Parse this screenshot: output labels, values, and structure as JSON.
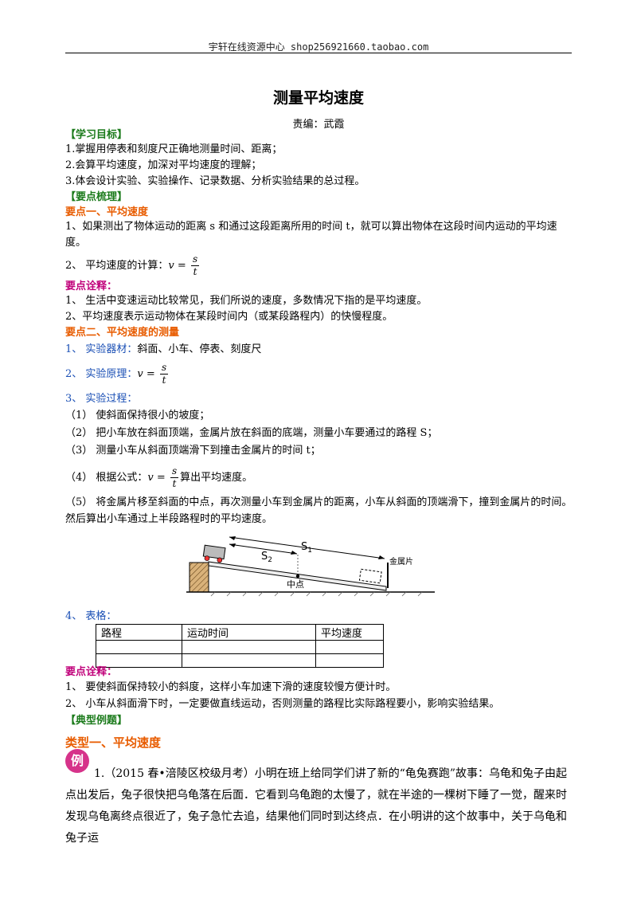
{
  "header": {
    "text": "宇轩在线资源中心   shop256921660.taobao.com"
  },
  "doc": {
    "title": "测量平均速度",
    "editor": "责编：武霞"
  },
  "objectives": {
    "heading": "【学习目标】",
    "items": [
      "1.掌握用停表和刻度尺正确地测量时间、距离；",
      "2.会算平均速度，加深对平均速度的理解；",
      "3.体会设计实验、实验操作、记录数据、分析实验结果的总过程。"
    ]
  },
  "points": {
    "heading": "【要点梳理】",
    "p1_heading": "要点一、平均速度",
    "p1_item1": "1、如果测出了物体运动的距离 s 和通过这段距离所用的时间 t，就可以算出物体在这段时间内运动的平均速度。",
    "p1_item2_prefix": "2、 平均速度的计算：",
    "formula_v": "v",
    "formula_eq": "=",
    "formula_num": "s",
    "formula_den": "t",
    "explain1_heading": "要点诠释：",
    "explain1_items": [
      "1、 生活中变速运动比较常见，我们所说的速度，多数情况下指的是平均速度。",
      "2、平均速度表示运动物体在某段时间内（或某段路程内）的快慢程度。"
    ],
    "p2_heading": "要点二、平均速度的测量",
    "p2_item1_label": "1、 实验器材：",
    "p2_item1_text": "斜面、小车、停表、刻度尺",
    "p2_item2_label": "2、 实验原理：",
    "p2_item3_label": "3、 实验过程：",
    "steps": [
      "（1） 使斜面保持很小的坡度；",
      "（2）   把小车放在斜面顶端，金属片放在斜面的底端，测量小车要通过的路程 S；",
      "（3） 测量小车从斜面顶端滑下到撞击金属片的时间 t；"
    ],
    "step4_prefix": "（4） 根据公式：",
    "step4_suffix": "算出平均速度。",
    "step5": "（5） 将金属片移至斜面的中点，再次测量小车到金属片的距离，小车从斜面的顶端滑下，撞到金属片的时间。然后算出小车通过上半段路程时的平均速度。",
    "figure": {
      "s1": "S",
      "s1_sub": "1",
      "s2": "S",
      "s2_sub": "2",
      "midpoint": "中点",
      "metal": "金属片"
    },
    "p2_item4_label": "4、 表格：",
    "table_headers": [
      "路程",
      "运动时间",
      "平均速度"
    ],
    "explain2_heading": "要点诠释：",
    "explain2_items": [
      "1、 要使斜面保持较小的斜度，这样小车加速下滑的速度较慢方便计时。",
      "2、 小车从斜面滑下时，一定要做直线运动，否则测量的路程比实际路程要小，影响实验结果。"
    ]
  },
  "examples": {
    "heading": "【典型例题】",
    "type1_heading": "类型一、平均速度",
    "badge": "例",
    "ex1_text": "1.（2015 春•涪陵区校级月考）小明在班上给同学们讲了新的“龟兔赛跑”故事：乌龟和兔子由起点出发后，兔子很快把乌龟落在后面．它看到乌龟跑的太慢了，就在半途的一棵树下睡了一觉，醒来时发现乌龟离终点很近了，兔子急忙去追，结果他们同时到达终点．在小明讲的这个故事中，关于乌龟和兔子运"
  }
}
